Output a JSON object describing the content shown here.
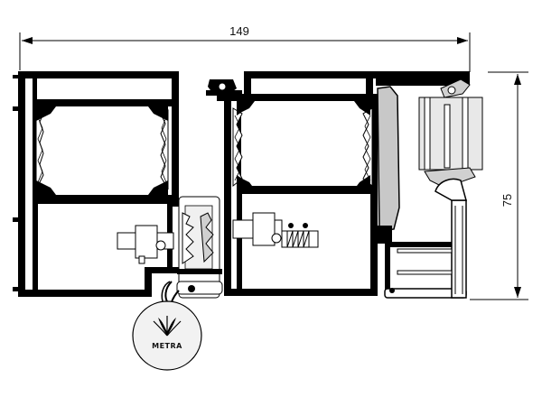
{
  "dimensions": {
    "width_label": "149",
    "height_label": "75"
  },
  "brand": {
    "logo_text": "METRA"
  },
  "colors": {
    "profile": "#000000",
    "thermal_break": "#d9d9d9",
    "gasket_fill": "#c8c8c8",
    "glass": "#ececec"
  }
}
